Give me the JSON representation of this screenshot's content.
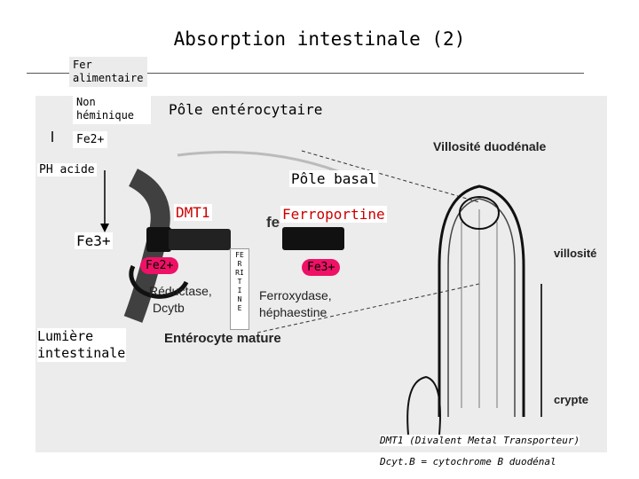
{
  "title": "Absorption intestinale (2)",
  "labels": {
    "fer_alimentaire": "Fer alimentaire",
    "non_heminique": "Non héminique",
    "fe2_top": "Fe2+",
    "ph_acide": "PH acide",
    "fe3_left": "Fe3+",
    "lumiere": "Lumière intestinale",
    "pole_enterocytaire": "Pôle entérocytaire",
    "pole_basal": "Pôle basal",
    "dmt1": "DMT1",
    "ferroportine": "Ferroportine",
    "fe2_pink": "Fe2+",
    "fe3_pink": "Fe3+",
    "ferritine_vertical": [
      "FE",
      "R",
      "RI",
      "T",
      "I",
      "N",
      "E"
    ]
  },
  "image_text": {
    "reductase": "Réductase,",
    "dcytb": "Dcytb",
    "ferroxydase": "Ferroxydase,",
    "hephaestine": "héphaestine",
    "enterocyte": "Entérocyte  mature",
    "fe_small": "fe",
    "villosite_duodenale": "Villosité duodénale",
    "villosite": "villosité",
    "crypte": "crypte"
  },
  "captions": {
    "dmt1_def": "DMT1 (Divalent Metal Transporteur)",
    "dcytb_def": "Dcyt.B = cytochrome B duodénal"
  },
  "colors": {
    "accent_red": "#cc0000",
    "pink": "#ee1166"
  }
}
